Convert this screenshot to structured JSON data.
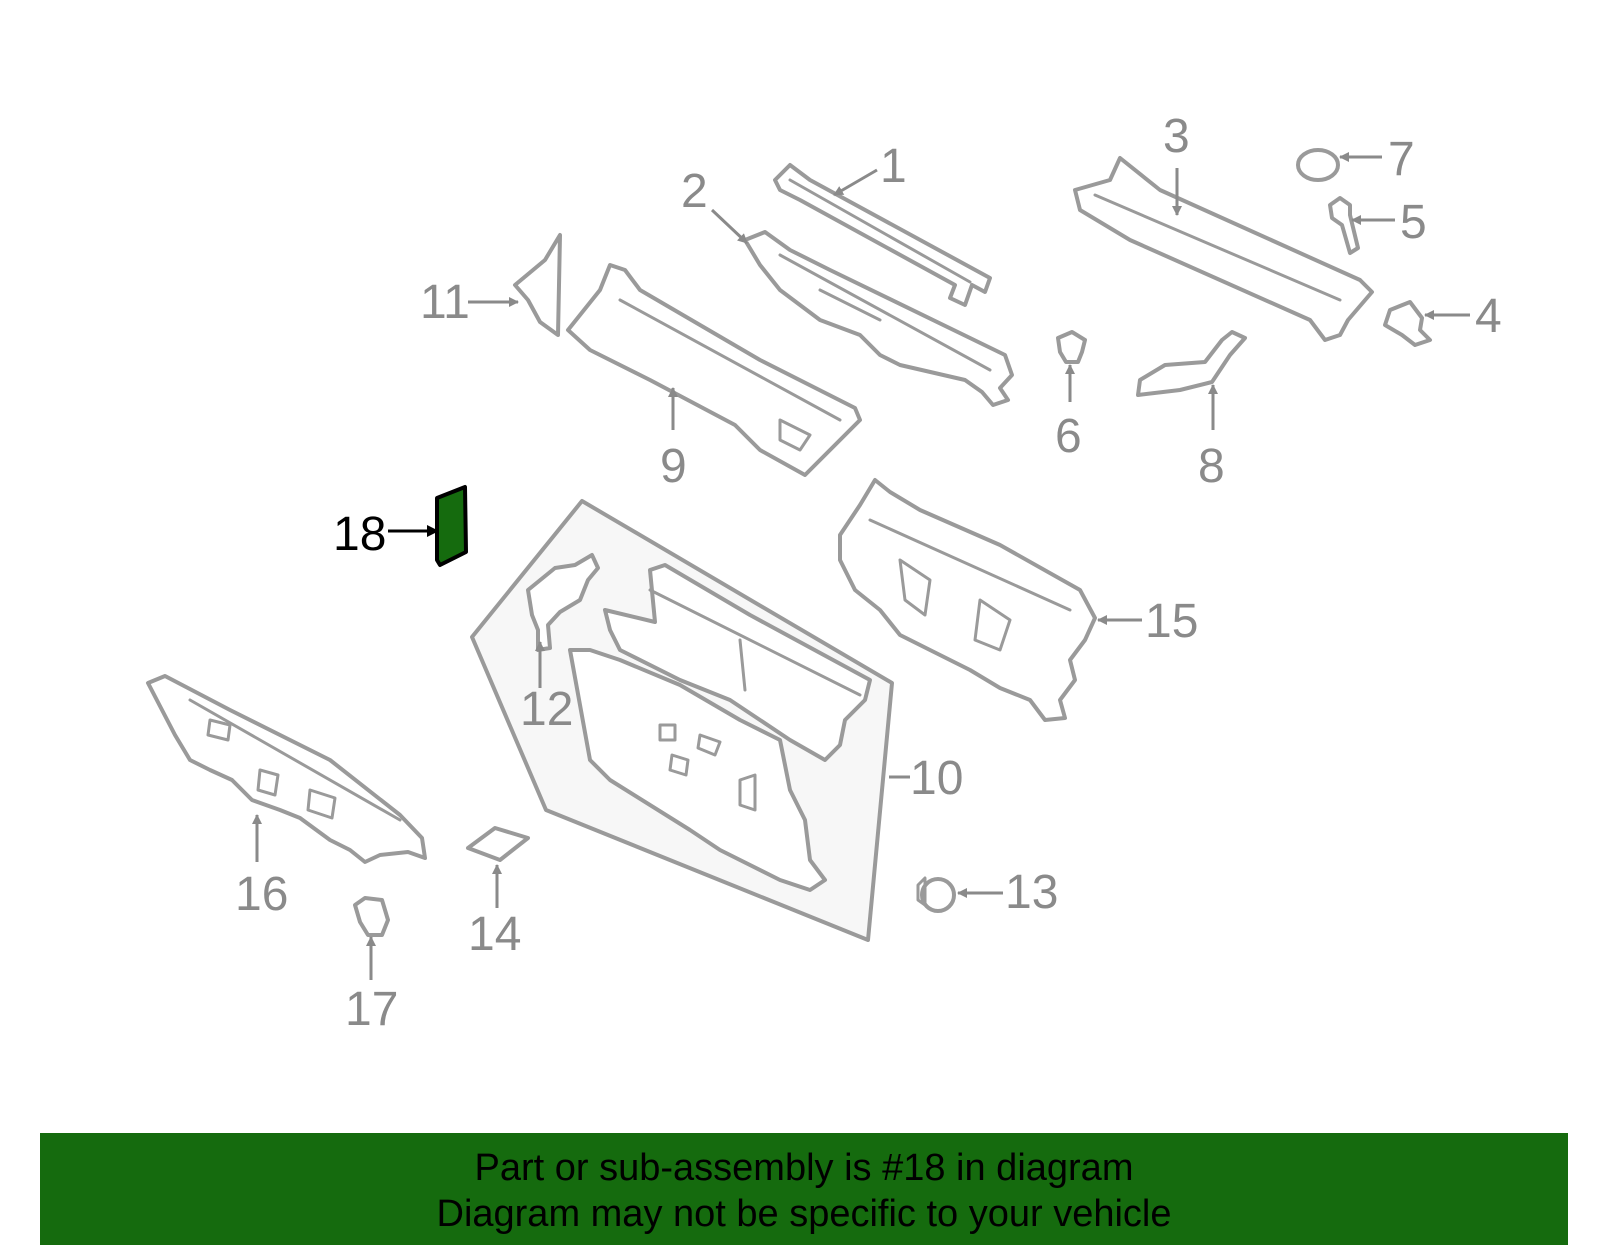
{
  "diagram": {
    "callouts": [
      "1",
      "2",
      "3",
      "4",
      "5",
      "6",
      "7",
      "8",
      "9",
      "10",
      "11",
      "12",
      "13",
      "14",
      "15",
      "16",
      "17",
      "18"
    ],
    "highlighted_callout": "18",
    "highlight_color": "#156b0e",
    "part_color": "#9a9a9a"
  },
  "footer": {
    "line1": "Part or sub-assembly is #18 in diagram",
    "line2": "Diagram may not be specific to your vehicle",
    "background": "#156b0e"
  }
}
